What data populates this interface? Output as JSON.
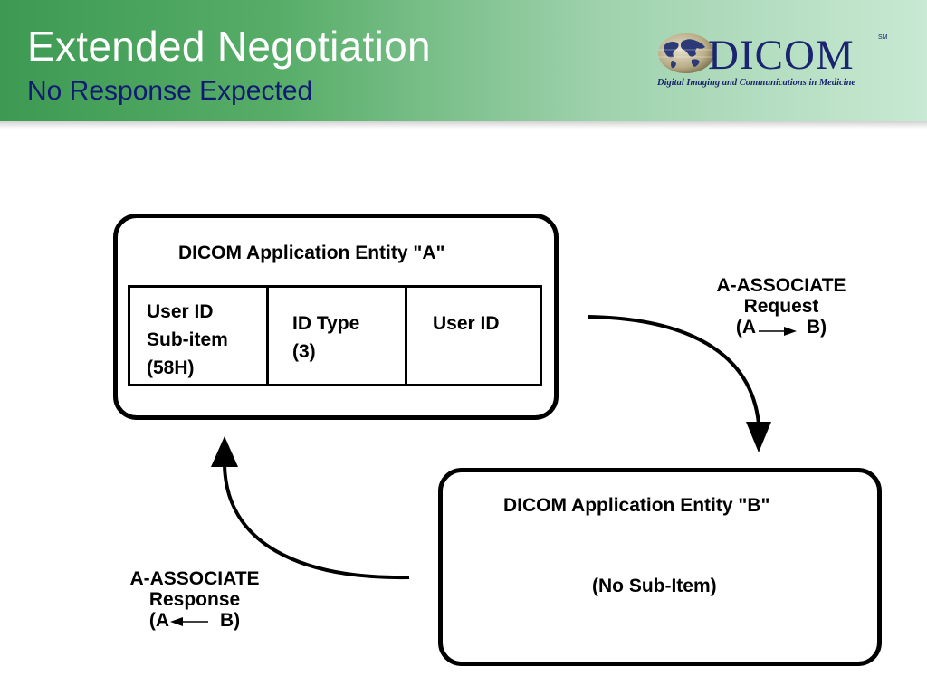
{
  "slide": {
    "title": "Extended Negotiation",
    "subtitle": "No Response Expected"
  },
  "logo": {
    "wordmark": "DICOM",
    "service_mark": "SM",
    "tagline": "Digital Imaging and Communications in Medicine"
  },
  "entity_a": {
    "title": "DICOM Application Entity \"A\"",
    "subitem": {
      "col1": [
        "User ID",
        "Sub-item",
        "(58H)"
      ],
      "col2": [
        "ID Type",
        "(3)"
      ],
      "col3": [
        "User ID"
      ]
    }
  },
  "entity_b": {
    "title": "DICOM Application Entity \"B\"",
    "note": "(No Sub-Item)"
  },
  "request": {
    "line1": "A-ASSOCIATE",
    "line2": "Request",
    "from": "(A",
    "to": "B)"
  },
  "response": {
    "line1": "A-ASSOCIATE",
    "line2": "Response",
    "from": "(A",
    "to": "B)"
  },
  "colors": {
    "header_green": "#3d9a52",
    "header_light": "#c8e9d3",
    "subtitle_navy": "#111b73",
    "logo_navy": "#1b2470"
  }
}
